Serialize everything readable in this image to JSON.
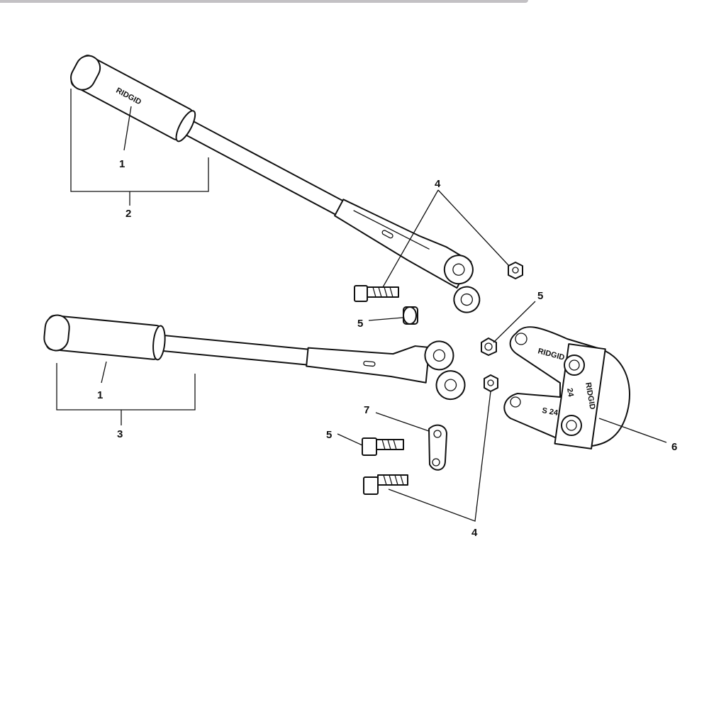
{
  "diagram": {
    "callouts": {
      "grip_top": "1",
      "handle_top": "2",
      "bolt_nut_top": "4",
      "spacer_right": "5",
      "spacer_left": "5",
      "grip_bottom": "1",
      "handle_bottom": "3",
      "link_plate": "7",
      "bolt_short": "5",
      "bolt_nut_bottom": "4",
      "jaw_assembly": "6"
    },
    "part_markings": {
      "handle_brand": "RIDGID",
      "jaw_brand": "RIDGID",
      "jaw_brand_vertical": "RIDGID",
      "jaw_size": "24",
      "jaw_model": "S 24"
    }
  }
}
